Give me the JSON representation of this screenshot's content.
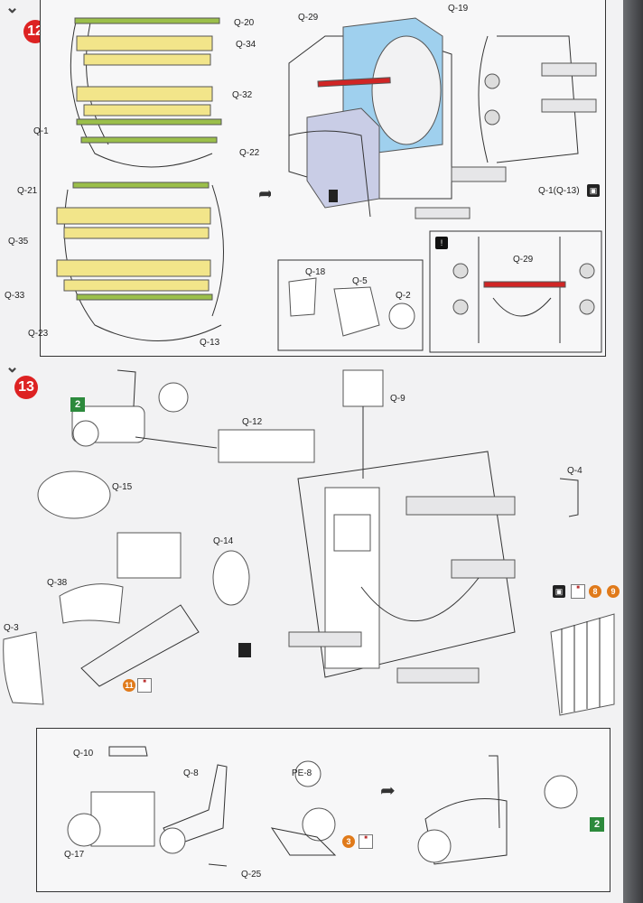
{
  "colors": {
    "step_red": "#dd2222",
    "yellow_part": "#f2e58a",
    "green_part": "#9bbf4a",
    "blue_part": "#9fd0ee",
    "red_rod": "#d02525",
    "grey_part": "#c9cde6"
  },
  "step12": {
    "number": "12",
    "left_labels": {
      "q20": "Q-20",
      "q34": "Q-34",
      "q1": "Q-1",
      "q32": "Q-32",
      "q22": "Q-22",
      "q21": "Q-21",
      "q35": "Q-35",
      "q33": "Q-33",
      "q23": "Q-23",
      "q13": "Q-13"
    },
    "right_labels": {
      "q29": "Q-29",
      "q19": "Q-19",
      "q1q13": "Q-1(Q-13)",
      "q18": "Q-18",
      "q5": "Q-5",
      "q2": "Q-2",
      "q29b": "Q-29"
    }
  },
  "step13": {
    "number": "13",
    "labels": {
      "q9": "Q-9",
      "q12": "Q-12",
      "q4": "Q-4",
      "q15": "Q-15",
      "q14": "Q-14",
      "q38": "Q-38",
      "q3": "Q-3"
    },
    "subassembly_badge": "2",
    "paint_badges": {
      "right_a": "8",
      "right_b": "9",
      "left": "11"
    },
    "sub_labels": {
      "q10": "Q-10",
      "q8": "Q-8",
      "pe8": "PE-8",
      "q17": "Q-17",
      "q25": "Q-25"
    },
    "sub_paint_badge": "3",
    "result_badge": "2"
  },
  "icons": {
    "attention": "exclamation-icon",
    "glue": "glue-icon",
    "next": "arrow-icon"
  }
}
